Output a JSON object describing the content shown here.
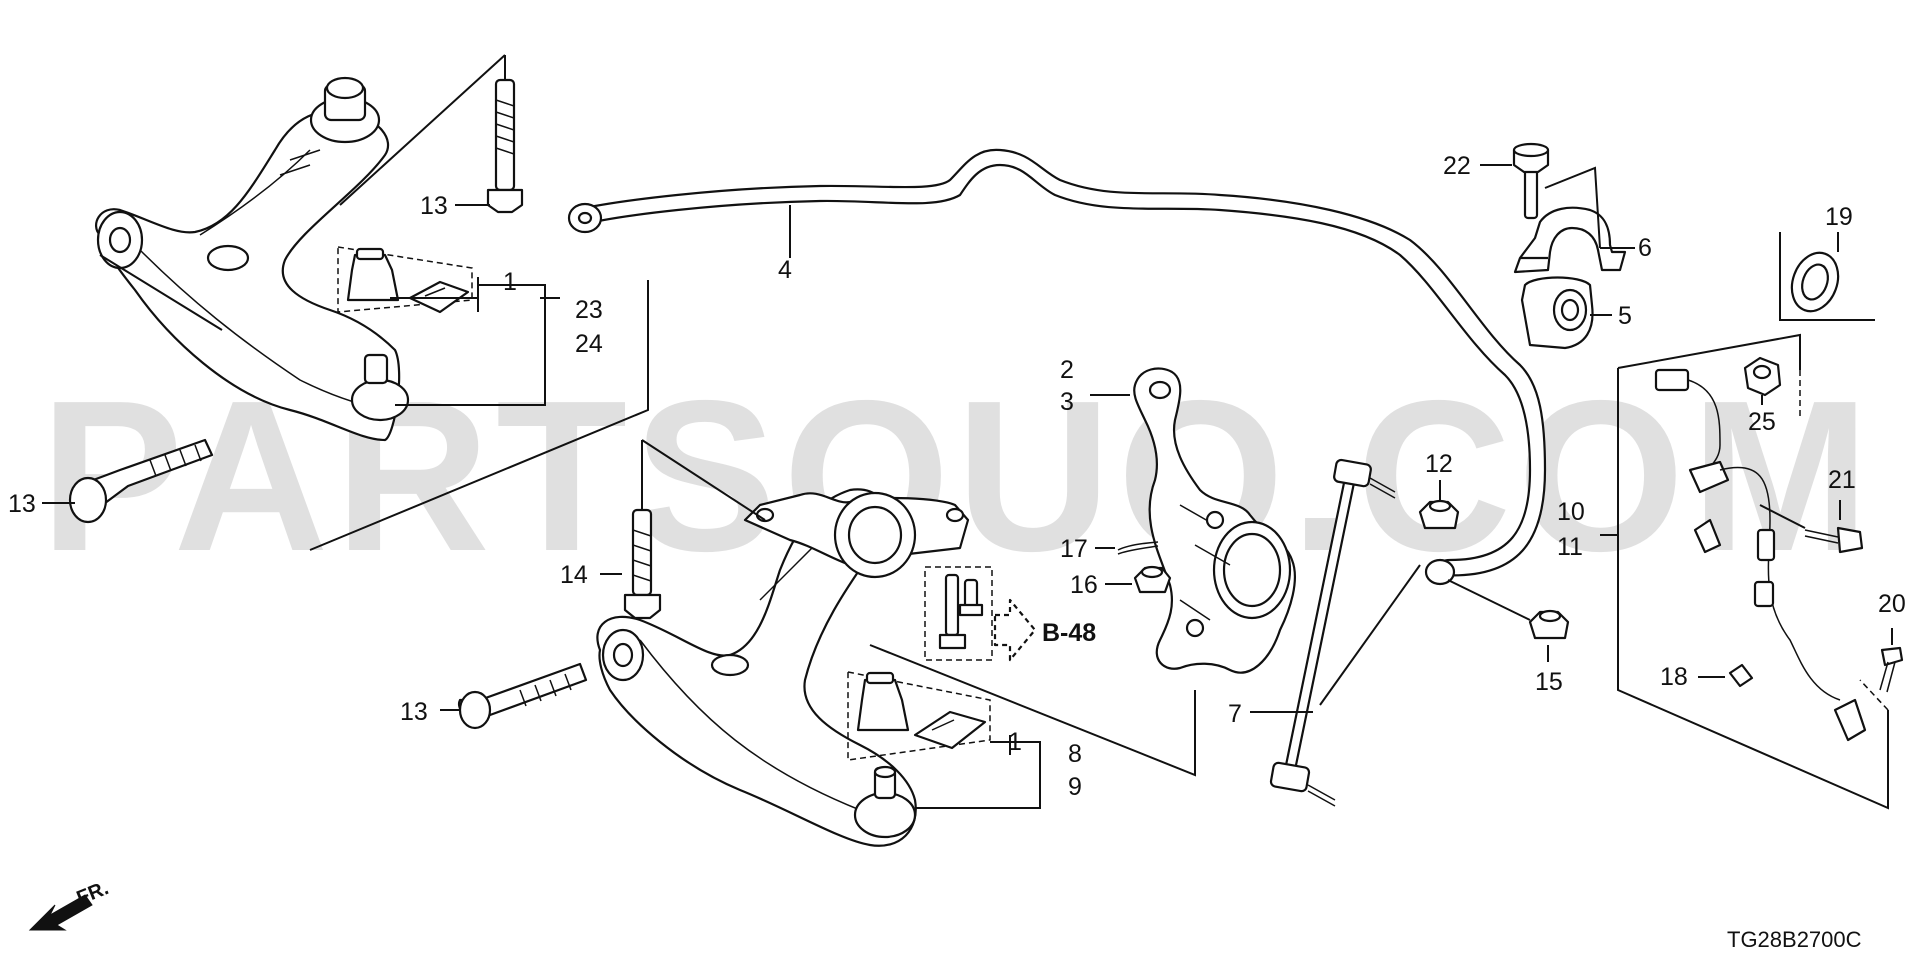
{
  "watermark": "PARTSOUQ.COM",
  "diagram_code": "TG28B2700C",
  "front_indicator": "FR.",
  "reference_tag": "B-48",
  "callouts": {
    "c1a": "1",
    "c23": "23",
    "c24": "24",
    "c13a": "13",
    "c13b": "13",
    "c13c": "13",
    "c4": "4",
    "c22": "22",
    "c6": "6",
    "c5": "5",
    "c19": "19",
    "c2": "2",
    "c3": "3",
    "c12": "12",
    "c25": "25",
    "c21": "21",
    "c10": "10",
    "c11": "11",
    "c14": "14",
    "c17": "17",
    "c16": "16",
    "c15": "15",
    "c7": "7",
    "c20": "20",
    "c18": "18",
    "c1b": "1",
    "c8": "8",
    "c9": "9"
  }
}
